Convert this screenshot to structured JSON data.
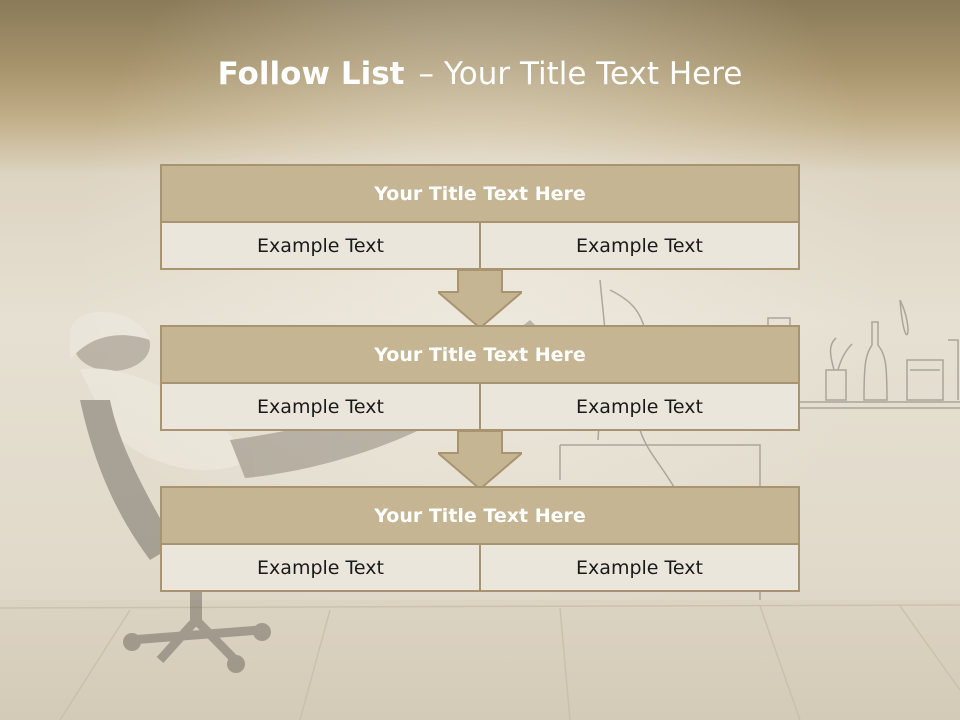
{
  "slide": {
    "title_bold": "Follow List",
    "title_dash": "–",
    "title_rest": "Your Title Text Here"
  },
  "blocks": [
    {
      "header": "Your Title Text Here",
      "cells": [
        "Example Text",
        "Example Text"
      ]
    },
    {
      "header": "Your Title Text Here",
      "cells": [
        "Example Text",
        "Example Text"
      ]
    },
    {
      "header": "Your Title Text Here",
      "cells": [
        "Example Text",
        "Example Text"
      ]
    }
  ],
  "colors": {
    "header_band": "#a8956d",
    "block_header_fill": "#c5b593",
    "block_border": "#a99471",
    "cell_fill": "#ebe6dc",
    "arrow_fill": "#c5b593"
  }
}
